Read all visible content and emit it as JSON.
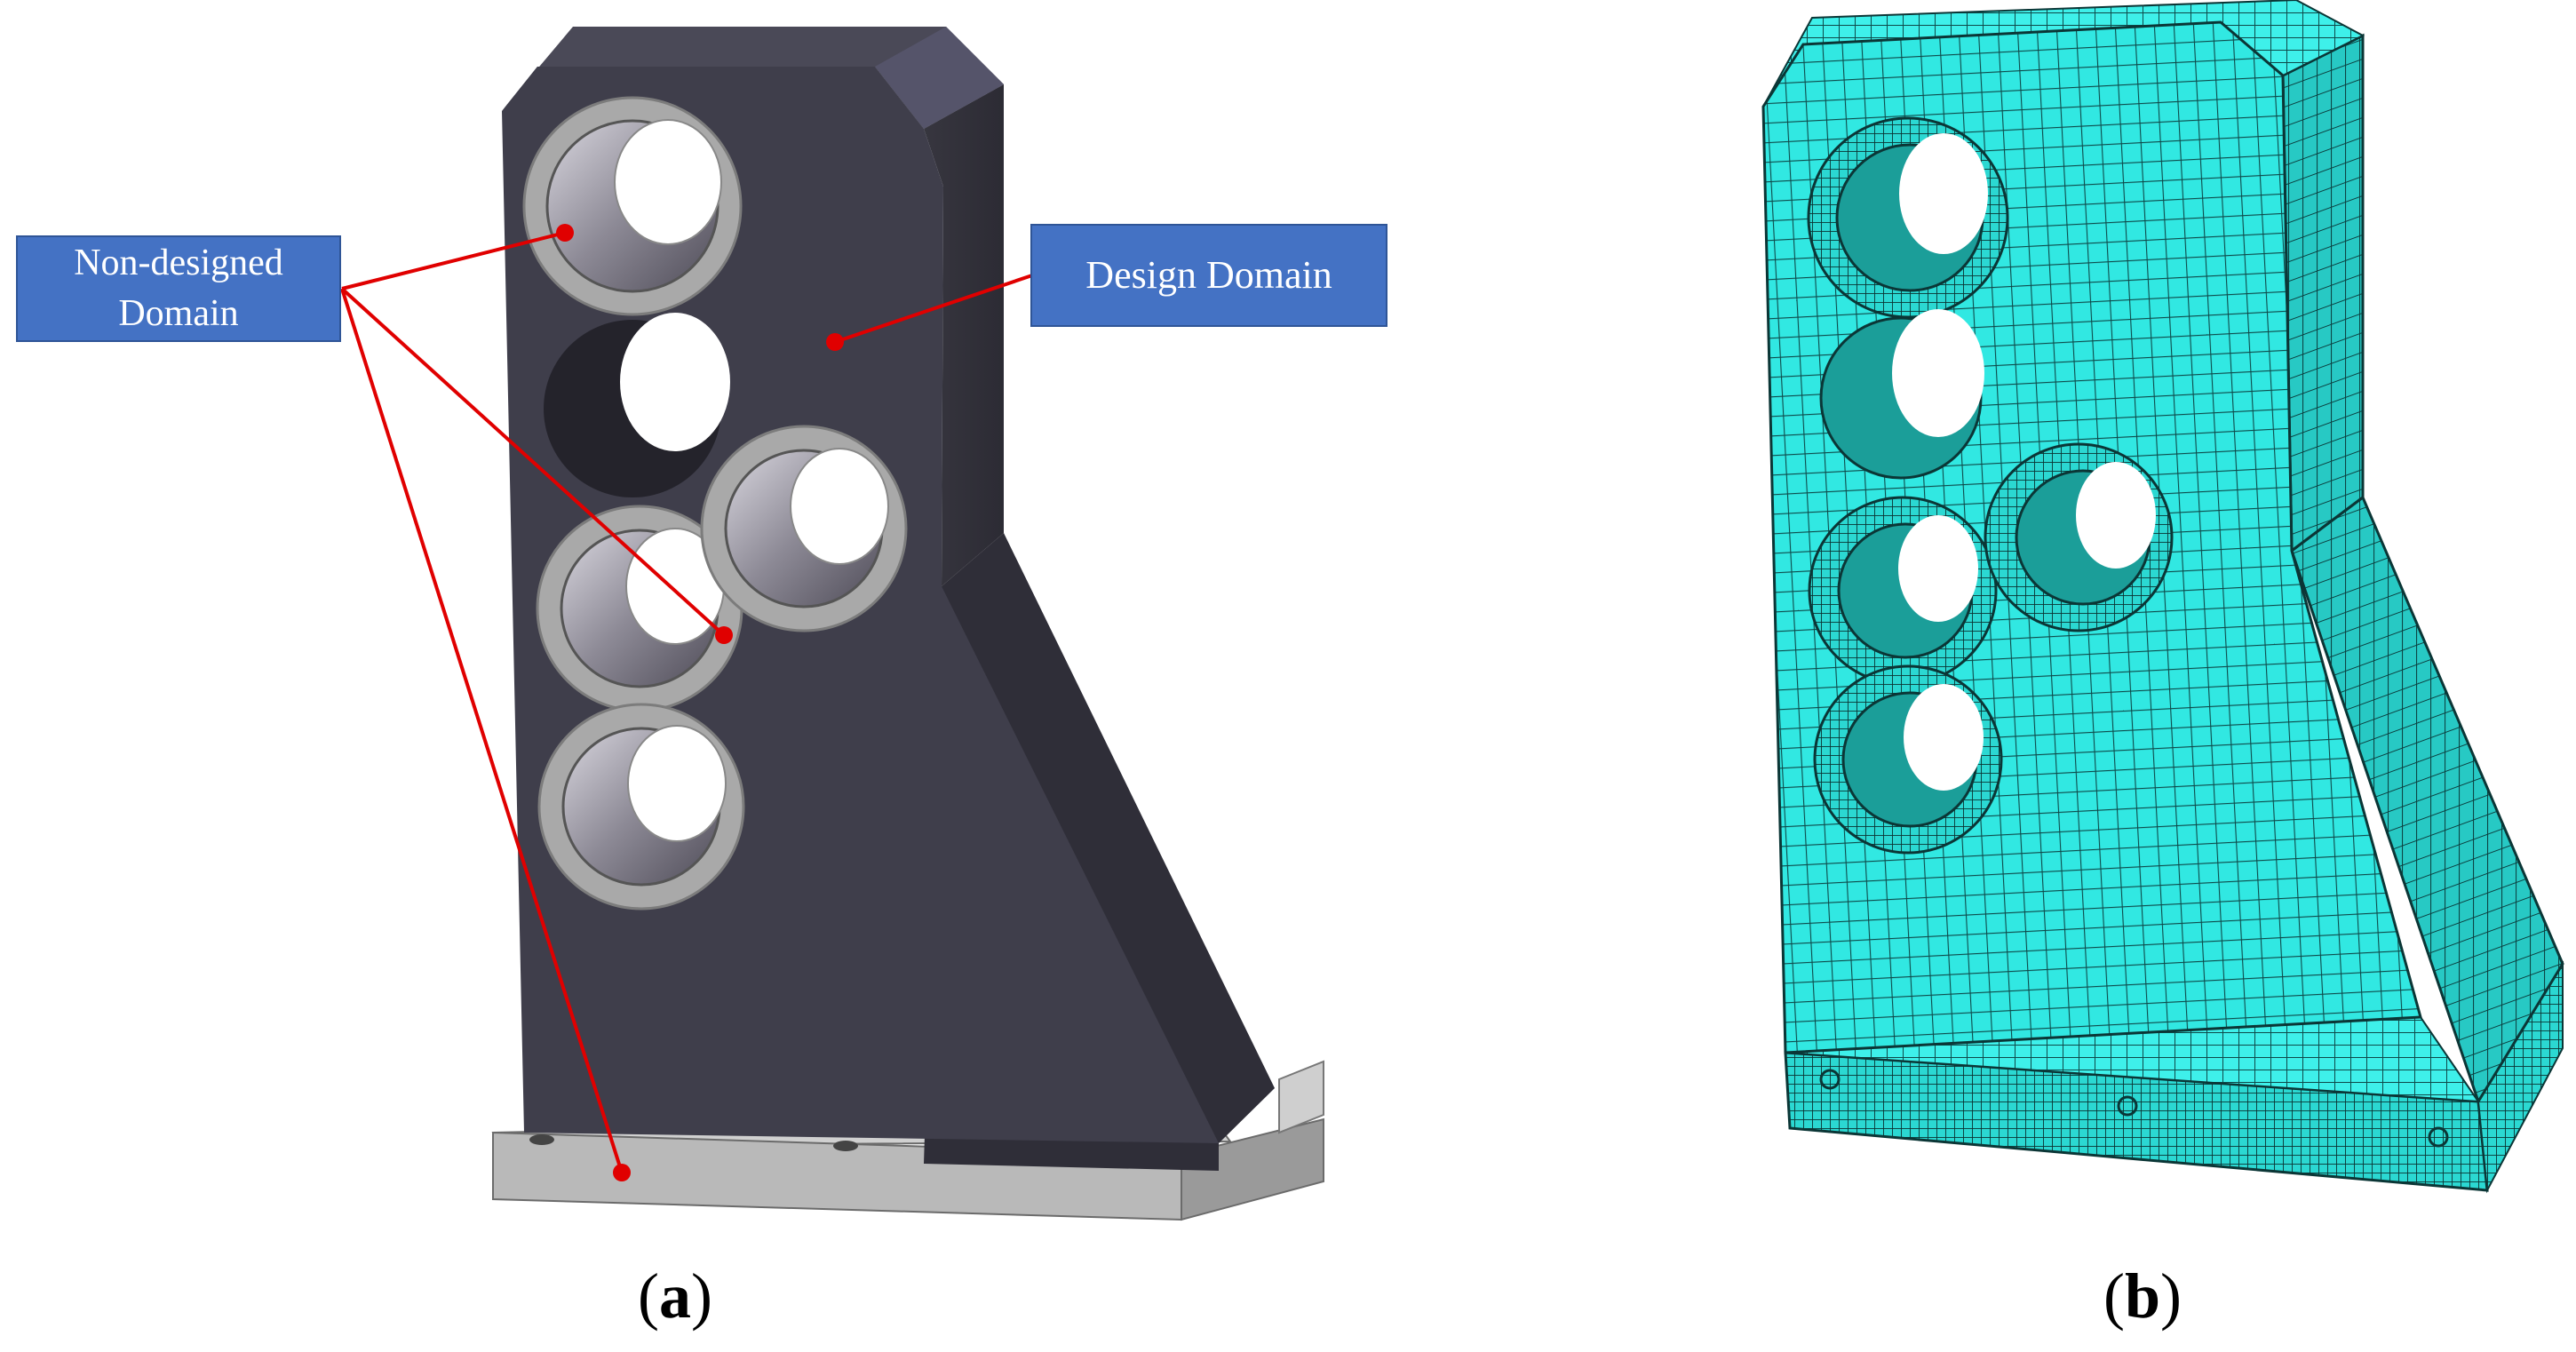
{
  "labels": {
    "non_designed_line1": "Non-designed",
    "non_designed_line2": "Domain",
    "design_domain": "Design Domain"
  },
  "captions": {
    "a_open": "(",
    "a_letter": "a",
    "a_close": ")",
    "b_open": "(",
    "b_letter": "b",
    "b_close": ")"
  },
  "colors": {
    "solid_body": "#3f3e4b",
    "solid_side": "#34333f",
    "ring": "#a9a9a9",
    "base_plate": "#b7b7b7",
    "mesh": "#2ee6e1",
    "mesh_lines": "#0d3b3b",
    "leader": "#e00000",
    "label_bg": "#4472c4"
  }
}
